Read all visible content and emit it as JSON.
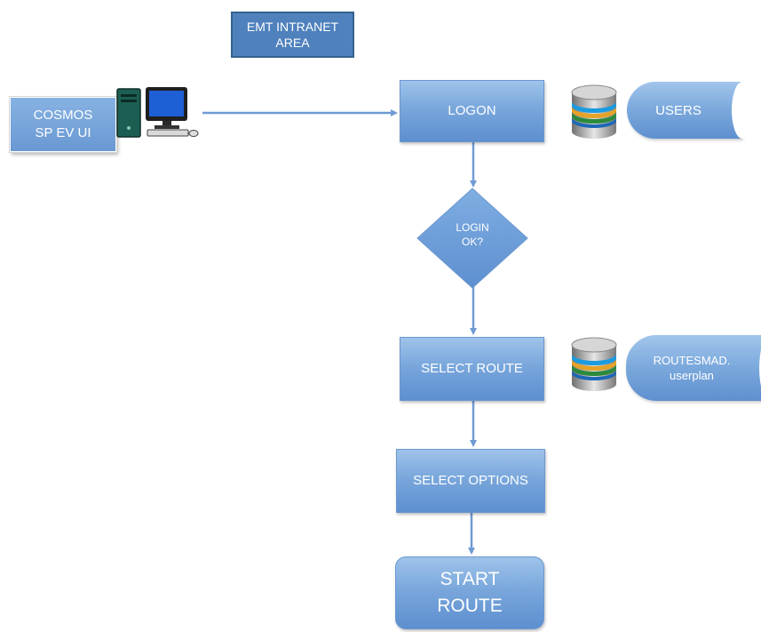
{
  "diagram": {
    "area_label": "EMT INTRANET\nAREA",
    "client_label": "COSMOS\nSP EV UI",
    "nodes": {
      "logon": "LOGON",
      "login_check": "LOGIN\nOK?",
      "select_route": "SELECT ROUTE",
      "select_options": "SELECT OPTIONS",
      "start_route": "START\nROUTE"
    },
    "data_stores": {
      "users": "USERS",
      "routes": "ROUTESMAD.\nuserplan"
    },
    "icons": {
      "client": "desktop-computer-icon",
      "database": "database-icon"
    },
    "colors": {
      "process_fill": "#79a7dc",
      "area_fill": "#4f81bd",
      "arrow": "#6f9bd3",
      "text": "#ffffff"
    }
  }
}
